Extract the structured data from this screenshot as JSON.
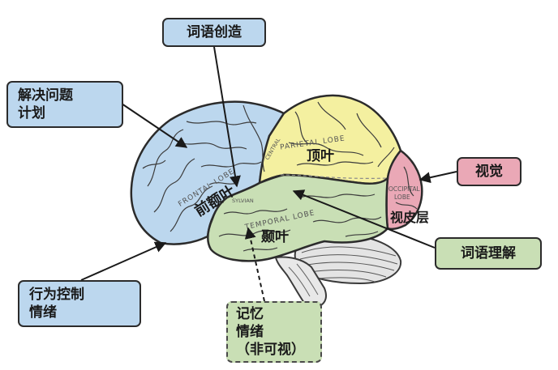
{
  "callouts": {
    "word_creation": "词语创造",
    "planning_line1": "解决问题",
    "planning_line2": "计划",
    "vision": "视觉",
    "comprehension": "词语理解",
    "behavior_line1": "行为控制",
    "behavior_line2": "情绪",
    "memory_line1": "记忆",
    "memory_line2": "情绪",
    "memory_line3": "（非可视）"
  },
  "lobes": {
    "frontal_cn": "前额叶",
    "frontal_en": "FRONTAL LOBE",
    "parietal_cn": "顶叶",
    "parietal_en": "PARIETAL LOBE",
    "temporal_cn": "颞叶",
    "temporal_en": "TEMPORAL LOBE",
    "occipital_cn": "视皮层",
    "occipital_en_line1": "OCCIPITAL",
    "occipital_en_line2": "LOBE"
  },
  "small_labels": {
    "central": "CENTRAL",
    "sylvian": "SYLVIAN"
  },
  "colors": {
    "frontal": "#bcd7ee",
    "parietal": "#f4f0a0",
    "temporal": "#c9dfb5",
    "occipital": "#eaa8b6",
    "cerebellum": "#e4e4e4"
  }
}
